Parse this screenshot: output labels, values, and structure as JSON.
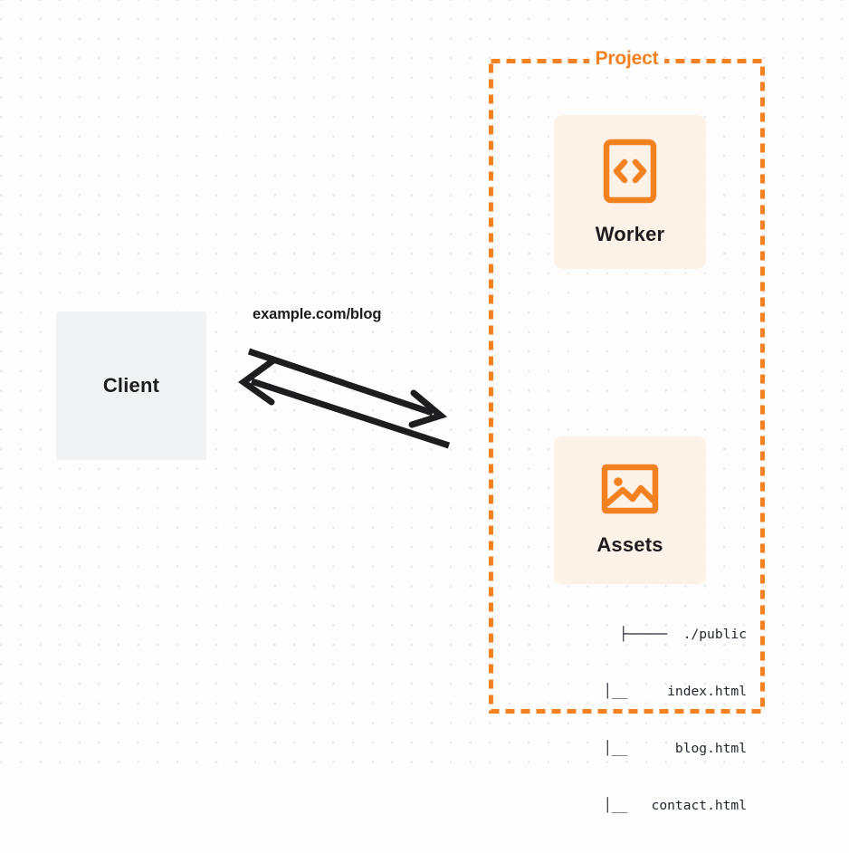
{
  "diagram": {
    "type": "architecture-flow",
    "background": {
      "color": "#fdfdfd",
      "dot_color": "#ededf0",
      "pattern": "dot-grid"
    },
    "colors": {
      "accent": "#f48120",
      "card_fill": "#fdf2e7",
      "client_fill": "#f1f2f4",
      "text": "#1d1d1f",
      "mono_text": "#22282f"
    },
    "client": {
      "label": "Client"
    },
    "connection": {
      "label": "example.com/blog",
      "request_direction": "client-to-project",
      "response_direction": "project-to-client"
    },
    "project": {
      "title": "Project",
      "services": [
        {
          "id": "worker",
          "label": "Worker",
          "icon": "code-file-icon"
        },
        {
          "id": "assets",
          "label": "Assets",
          "icon": "image-icon"
        }
      ],
      "file_tree": [
        "├─────  ./public",
        "    │__     index.html",
        "    │__      blog.html",
        "    │__   contact.html"
      ]
    }
  }
}
